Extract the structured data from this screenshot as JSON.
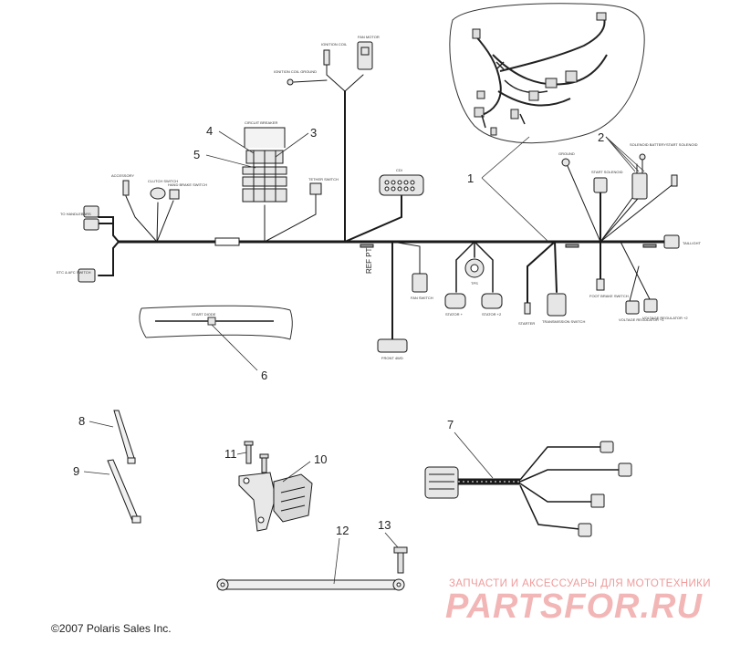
{
  "callouts": [
    "1",
    "2",
    "3",
    "4",
    "5",
    "6",
    "7",
    "8",
    "9",
    "10",
    "11",
    "12",
    "13"
  ],
  "labels": {
    "ignition_coil": "IGNITION COIL",
    "ignition_coil_ground": "IGNITION COIL GROUND",
    "fan_motor": "FAN MOTOR",
    "circuit_breaker": "CIRCUIT BREAKER",
    "accessory": "ACCESSORY",
    "clutch_switch": "CLUTCH SWITCH",
    "hand_brake_switch": "HAND BRAKE SWITCH",
    "tether_switch": "TETHER SWITCH",
    "cdi": "CDI",
    "ground": "GROUND",
    "start_solenoid": "START SOLENOID",
    "solenoid_battery": "SOLENOID BATTERY",
    "start_solenoid_2": "START SOLENOID",
    "to_handlebars": "TO HANDLEBARS",
    "etc_afc_switch": "ETC & AFC SWITCH",
    "taillight": "TAILLIGHT",
    "ref_pt": "REF PT",
    "fan_switch": "FAN SWITCH",
    "tps": "TPS",
    "stator_a": "STATOR +",
    "stator_b": "STATOR +2",
    "starter": "STARTER",
    "transmission_switch": "TRANSMISSION SWITCH",
    "foot_brake_switch": "FOOT BRAKE SWITCH",
    "voltage_regulator_1": "VOLTAGE REGULATOR +1",
    "voltage_regulator_2": "VOLTAGE REGULATOR +2",
    "front_4wd": "FRONT 4WD",
    "start_diode": "START DIODE"
  },
  "copyright": "©2007 Polaris Sales Inc.",
  "watermark": {
    "subtitle": "ЗАПЧАСТИ И АКСЕССУАРЫ ДЛЯ МОТОТЕХНИКИ",
    "logo": "PARTSFOR.RU"
  },
  "colors": {
    "wire": "#1a1a1a",
    "line": "#333333",
    "part_fill": "#e6e6e6",
    "watermark_main": "#f2b6b6",
    "watermark_sub": "#ef9a9a"
  }
}
